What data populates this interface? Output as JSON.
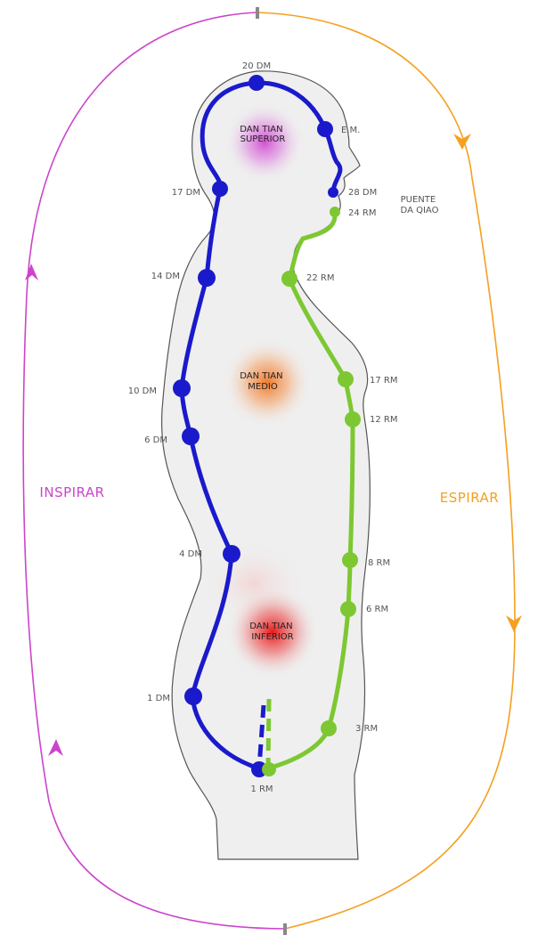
{
  "colors": {
    "inhale": "#cc44cc",
    "exhale": "#f5a020",
    "governor": "#1a1acc",
    "conception": "#7dc832",
    "body_fill": "#efefef",
    "body_outline": "#555555",
    "upper_center": "#d04ad0",
    "middle_center": "#f08030",
    "lower_center": "#e82020"
  },
  "side_labels": {
    "inhale": "INSPIRAR",
    "exhale": "ESPIRAR"
  },
  "centers": {
    "upper": [
      "DAN TIAN",
      "SUPERIOR"
    ],
    "middle": [
      "DAN TIAN",
      "MEDIO"
    ],
    "lower": [
      "DAN TIAN",
      "INFERIOR"
    ]
  },
  "bridge": [
    "PUENTE",
    "DA QIAO"
  ],
  "dm_points": [
    "20 DM",
    "E.M.",
    "17 DM",
    "14 DM",
    "10 DM",
    "6 DM",
    "4 DM",
    "1 DM",
    "28 DM"
  ],
  "rm_points": [
    "24 RM",
    "22 RM",
    "17 RM",
    "12 RM",
    "8 RM",
    "6 RM",
    "3 RM",
    "1 RM"
  ],
  "icons": {
    "inhale_arrows": "arrow-up-icon",
    "exhale_arrows": "arrow-down-icon"
  }
}
